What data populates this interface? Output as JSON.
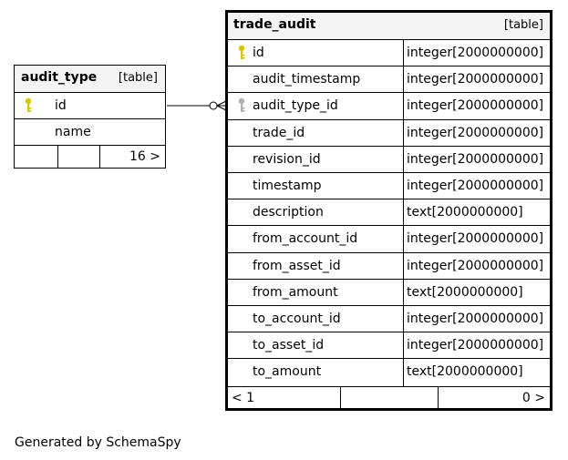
{
  "audit_type": {
    "name": "audit_type",
    "tag": "[table]",
    "columns": [
      {
        "name": "id",
        "key": "primary"
      },
      {
        "name": "name",
        "key": ""
      }
    ],
    "footer": {
      "left": "",
      "right": "16 >"
    }
  },
  "trade_audit": {
    "name": "trade_audit",
    "tag": "[table]",
    "columns": [
      {
        "name": "id",
        "type": "integer[2000000000]",
        "key": "primary"
      },
      {
        "name": "audit_timestamp",
        "type": "integer[2000000000]",
        "key": ""
      },
      {
        "name": "audit_type_id",
        "type": "integer[2000000000]",
        "key": "foreign"
      },
      {
        "name": "trade_id",
        "type": "integer[2000000000]",
        "key": ""
      },
      {
        "name": "revision_id",
        "type": "integer[2000000000]",
        "key": ""
      },
      {
        "name": "timestamp",
        "type": "integer[2000000000]",
        "key": ""
      },
      {
        "name": "description",
        "type": "text[2000000000]",
        "key": ""
      },
      {
        "name": "from_account_id",
        "type": "integer[2000000000]",
        "key": ""
      },
      {
        "name": "from_asset_id",
        "type": "integer[2000000000]",
        "key": ""
      },
      {
        "name": "from_amount",
        "type": "text[2000000000]",
        "key": ""
      },
      {
        "name": "to_account_id",
        "type": "integer[2000000000]",
        "key": ""
      },
      {
        "name": "to_asset_id",
        "type": "integer[2000000000]",
        "key": ""
      },
      {
        "name": "to_amount",
        "type": "text[2000000000]",
        "key": ""
      }
    ],
    "footer": {
      "left": "< 1",
      "right": "0 >"
    }
  },
  "colors": {
    "primary_key": "#d4c600",
    "foreign_key": "#b0b0b0",
    "line": "#000000"
  },
  "footer_text": "Generated by SchemaSpy"
}
